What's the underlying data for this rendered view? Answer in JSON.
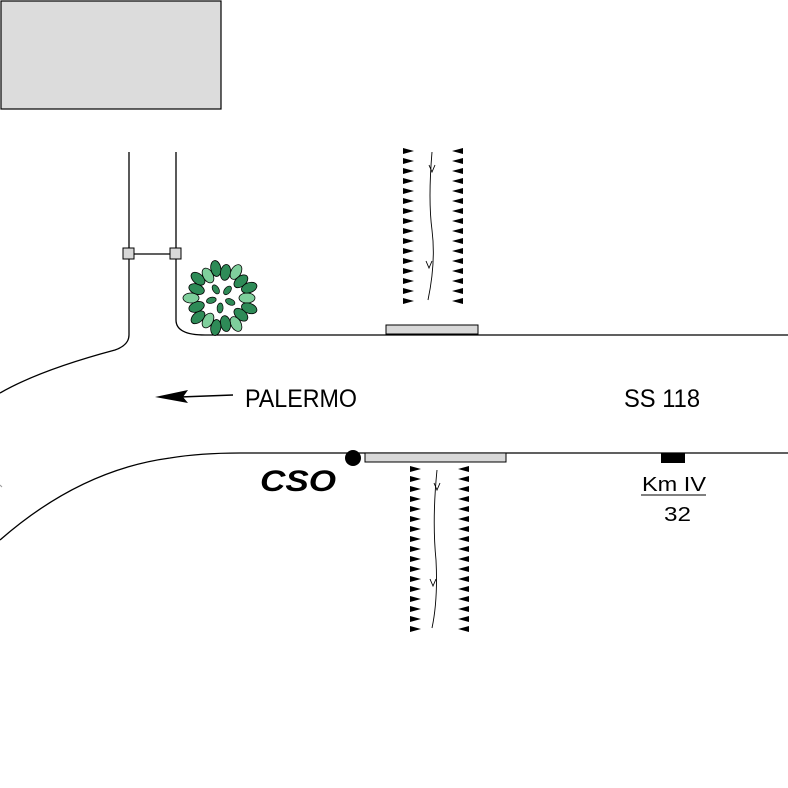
{
  "map": {
    "direction_label": "PALERMO",
    "road_label": "SS 118",
    "site_label": "CSO",
    "km_marker": {
      "label": "Km IV",
      "value": "32"
    },
    "colors": {
      "line": "#000000",
      "building_fill": "#dcdcdc",
      "bridge_fill": "#d8d8d8",
      "tree_fill": "#2e8b57",
      "tree_light": "#7fcf9c"
    }
  }
}
